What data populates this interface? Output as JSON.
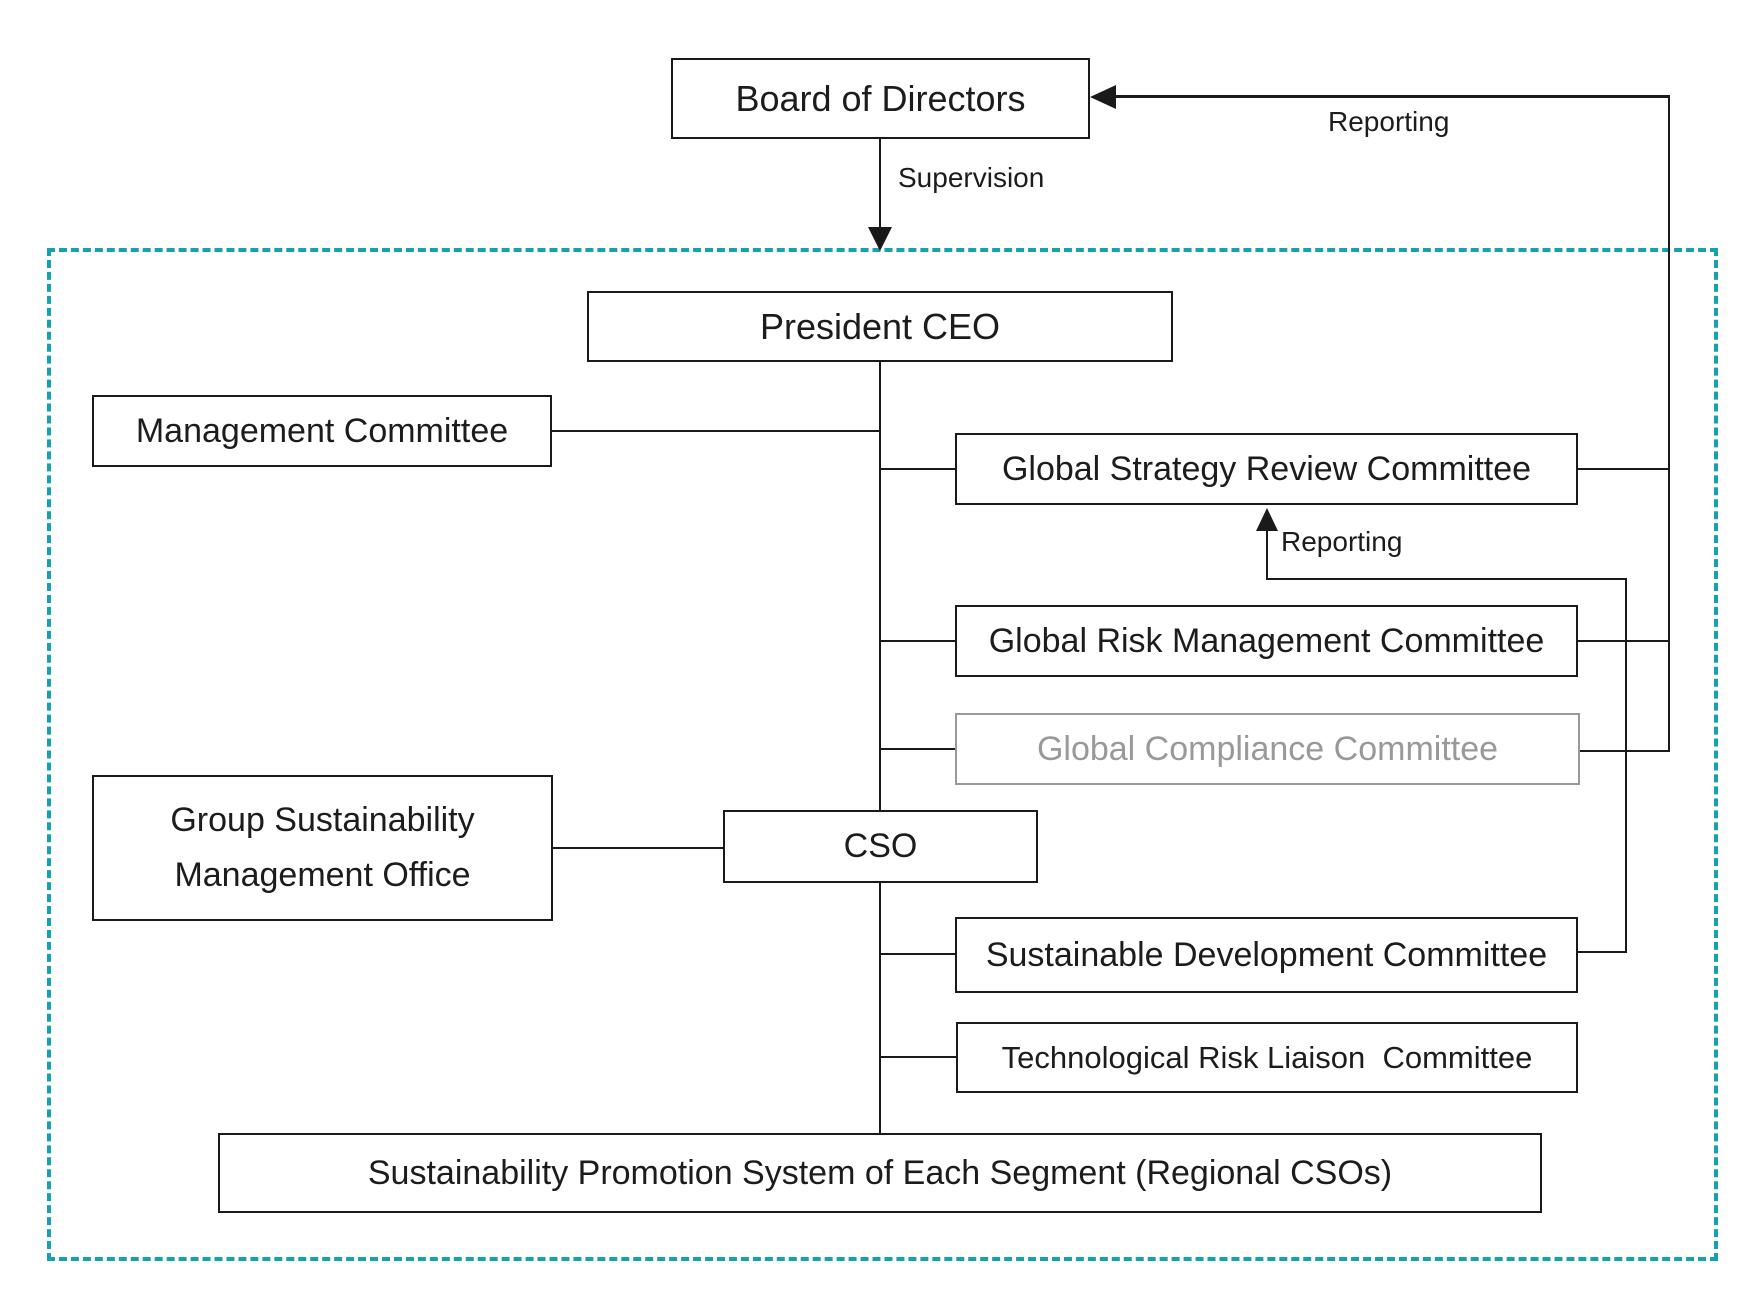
{
  "nodes": {
    "board_of_directors": "Board of Directors",
    "president_ceo": "President CEO",
    "management_committee": "Management Committee",
    "global_strategy_review_committee": "Global Strategy Review Committee",
    "global_risk_management_committee": "Global Risk Management Committee",
    "global_compliance_committee": "Global Compliance Committee",
    "group_sustainability_management_office_line1": "Group Sustainability",
    "group_sustainability_management_office_line2": "Management Office",
    "cso": "CSO",
    "sustainable_development_committee": "Sustainable Development Committee",
    "technological_risk_liaison_committee": "Technological Risk Liaison  Committee",
    "segment_system": "Sustainability Promotion System of Each Segment (Regional CSOs)"
  },
  "edge_labels": {
    "supervision": "Supervision",
    "reporting_to_board": "Reporting",
    "reporting_to_gsrc": "Reporting"
  },
  "colors": {
    "line": "#1a1a1a",
    "text": "#1c1c1c",
    "muted": "#999999",
    "dashed_border": "#14a2ae",
    "background": "#ffffff"
  }
}
